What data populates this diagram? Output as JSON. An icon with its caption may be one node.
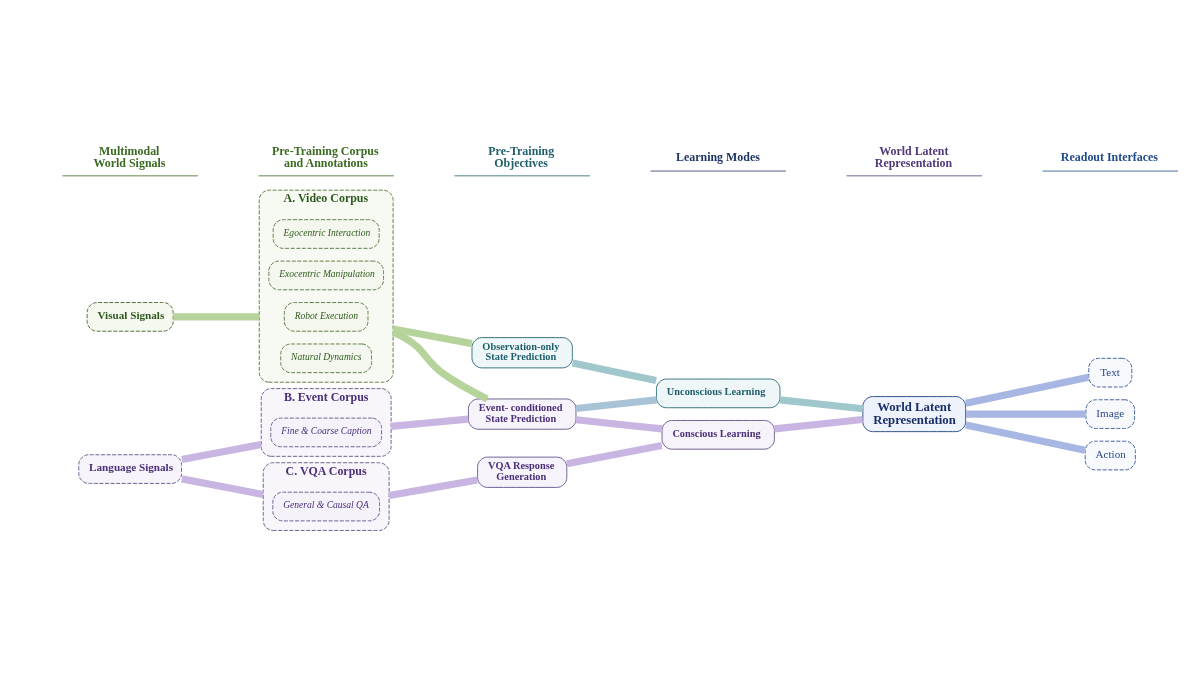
{
  "diagram": {
    "nodes": [
      {
        "text": [
          "Visual Signals"
        ]
      },
      {
        "text": [
          "A. Video Corpus"
        ]
      },
      {
        "text": [
          "Egocentric Interaction"
        ],
        "in": 1
      },
      {
        "text": [
          "Exocentric Manipulation"
        ],
        "in": 1
      },
      {
        "text": [
          "Robot Execution"
        ],
        "in": 1
      },
      {
        "text": [
          "Natural Dynamics"
        ],
        "in": 1
      },
      {
        "text": [
          "Language Signals"
        ]
      },
      {
        "text": [
          "B. Event Corpus"
        ]
      },
      {
        "text": [
          "Fine & Coarse Caption"
        ],
        "in": 7
      },
      {
        "text": [
          "C. VQA Corpus"
        ]
      },
      {
        "text": [
          "General & Causal QA"
        ],
        "in": 9
      },
      {
        "text": [
          "Observation-only State Prediction"
        ]
      },
      {
        "text": [
          "Event- conditioned State Prediction"
        ]
      },
      {
        "text": [
          "VQA Response Generation"
        ]
      },
      {
        "text": [
          "Unconscious Learning"
        ]
      },
      {
        "text": [
          "Conscious Learning"
        ]
      },
      {
        "text": [
          "World Latent Representation"
        ]
      },
      {
        "text": [
          "Text"
        ]
      },
      {
        "text": [
          "Image"
        ]
      },
      {
        "text": [
          "Action"
        ]
      }
    ],
    "edges": [
      {
        "from": 0,
        "to": 1,
        "arrow": "none",
        "color": "#b7d39c"
      },
      {
        "from": 1,
        "to": 11,
        "arrow": "none",
        "color": "#b7d39c"
      },
      {
        "from": 1,
        "to": 12,
        "arrow": "none",
        "color": "#b7d39c"
      },
      {
        "from": 6,
        "to": 7,
        "arrow": "none"
      },
      {
        "from": 6,
        "to": 9,
        "arrow": "none"
      },
      {
        "from": 7,
        "to": 12,
        "arrow": "none"
      },
      {
        "from": 9,
        "to": 13,
        "arrow": "none"
      },
      {
        "from": 11,
        "to": 14,
        "arrow": "none",
        "color": "#9fc7cc"
      },
      {
        "from": 12,
        "to": 14,
        "arrow": "none",
        "color": "#a9c3d6"
      },
      {
        "from": 12,
        "to": 15,
        "arrow": "none"
      },
      {
        "from": 13,
        "to": 15,
        "arrow": "none"
      },
      {
        "from": 14,
        "to": 16,
        "arrow": "none",
        "color": "#9fc7cc"
      },
      {
        "from": 15,
        "to": 16,
        "arrow": "none"
      },
      {
        "from": 16,
        "to": 17,
        "arrow": "none",
        "color": "#a7b6e2"
      },
      {
        "from": 16,
        "to": 18,
        "arrow": "none",
        "color": "#a7b6e2"
      },
      {
        "from": 16,
        "to": 19,
        "arrow": "none",
        "color": "#a7b6e2"
      }
    ],
    "labels": [
      "Multimodal World Signals",
      "Pre-Training Corpus and Annotations",
      "Pre-Training Objectives",
      "Learning Modes",
      "World Latent Representation",
      "Readout Interfaces"
    ]
  }
}
